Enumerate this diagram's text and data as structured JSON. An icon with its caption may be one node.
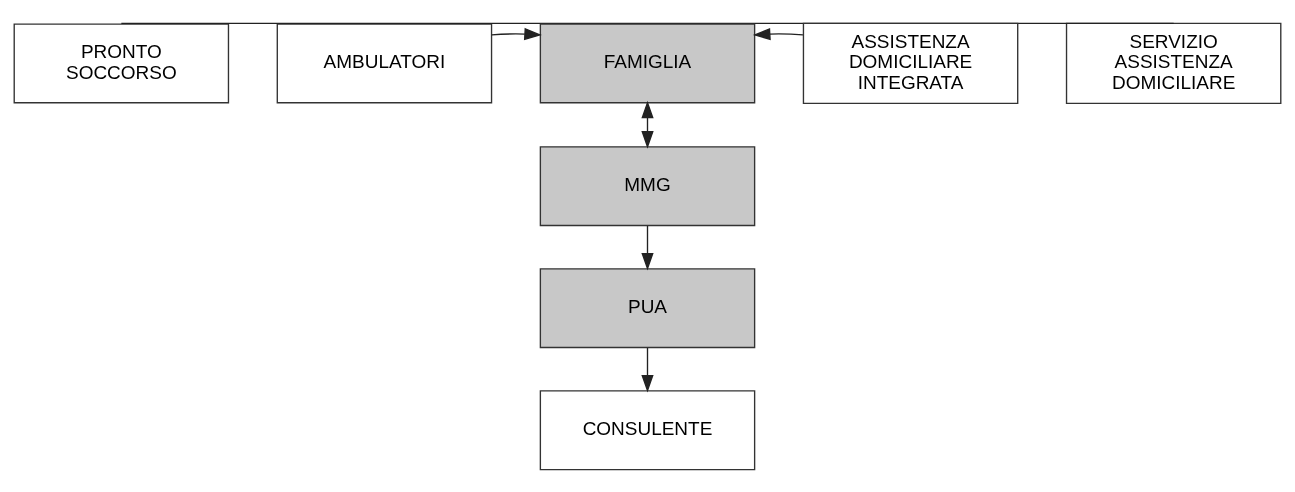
{
  "diagram": {
    "nodes": [
      {
        "text": [
          "PRONTO SOCCORSO"
        ]
      },
      {
        "text": [
          "AMBULATORI"
        ]
      },
      {
        "text": [
          "FAMIGLIA"
        ]
      },
      {
        "text": [
          "ASSISTENZA DOMICILIARE INTEGRATA"
        ]
      },
      {
        "text": [
          "SERVIZIO ASSISTENZA DOMICILIARE"
        ]
      },
      {
        "text": [
          "MMG"
        ]
      },
      {
        "text": [
          "PUA"
        ]
      },
      {
        "text": [
          "CONSULENTE"
        ]
      }
    ],
    "edges": [
      {
        "from": 0,
        "to": 4,
        "arrow": "none"
      },
      {
        "from": 1,
        "to": 2,
        "arrow": "to"
      },
      {
        "from": 3,
        "to": 2,
        "arrow": "to"
      },
      {
        "from": 2,
        "to": 5,
        "arrow": "both"
      },
      {
        "from": 5,
        "to": 6,
        "arrow": "to"
      },
      {
        "from": 6,
        "to": 7,
        "arrow": "to"
      }
    ]
  }
}
